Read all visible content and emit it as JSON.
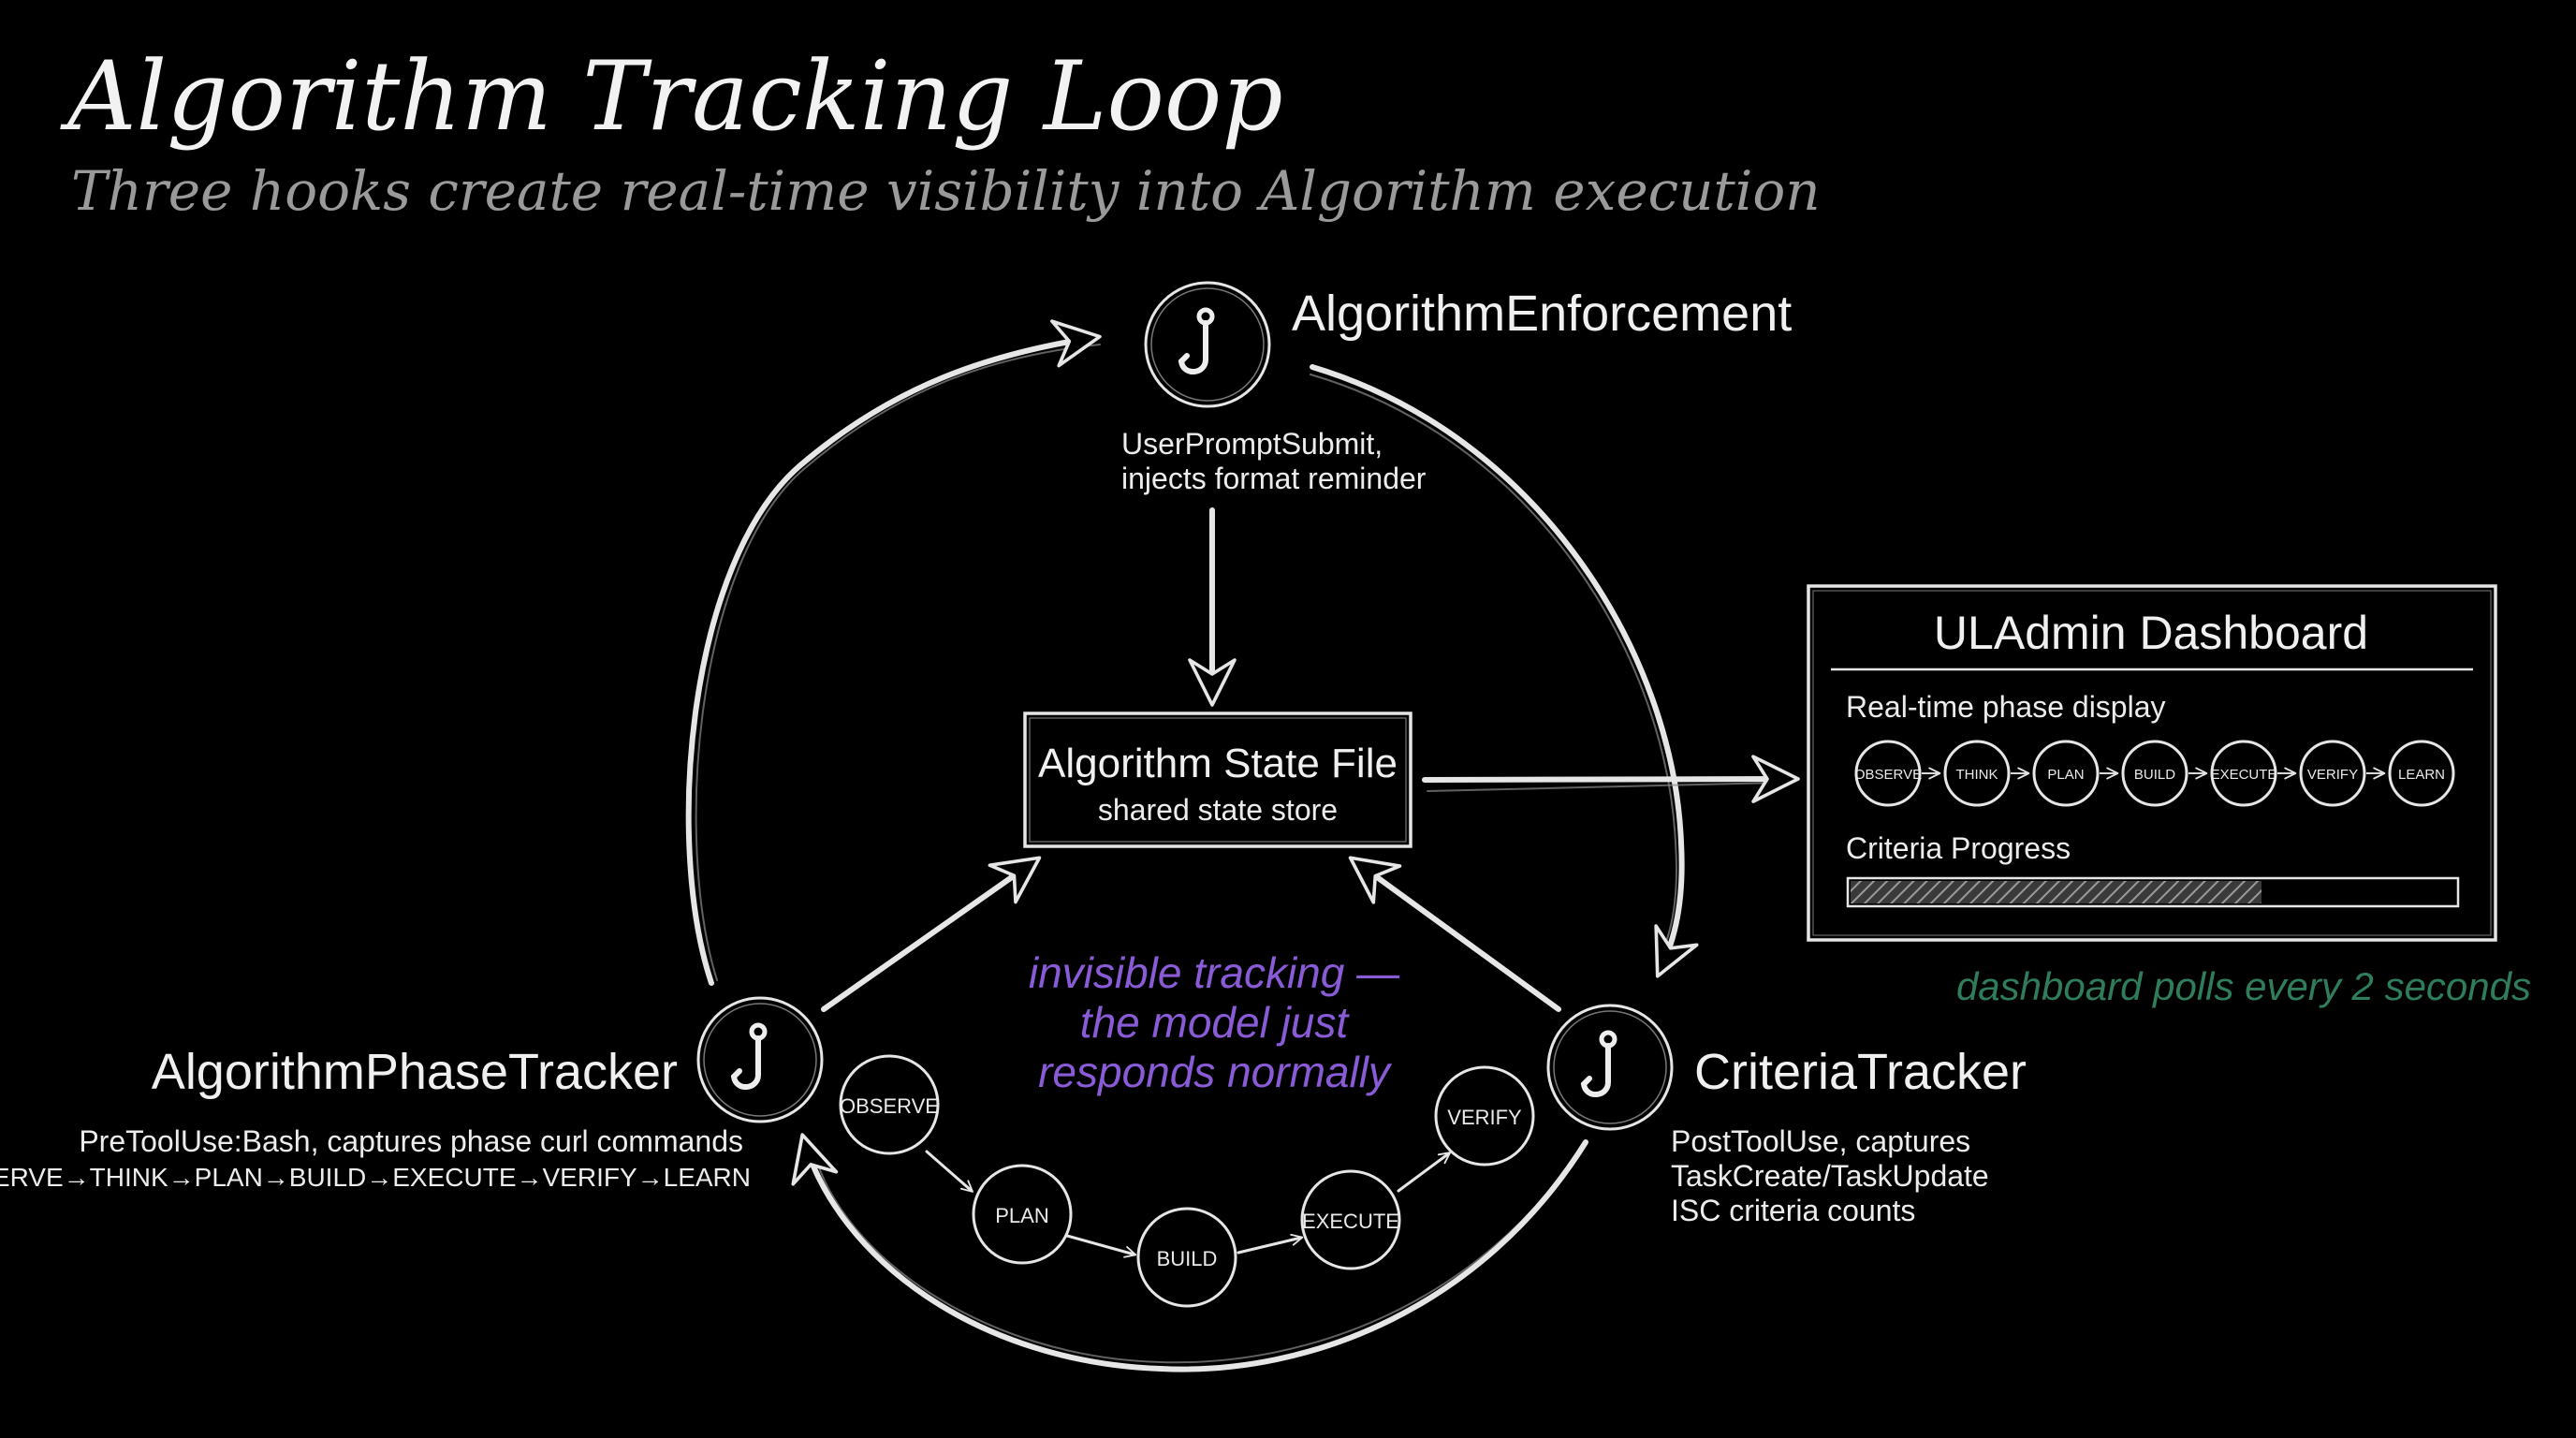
{
  "title": "Algorithm Tracking Loop",
  "subtitle": "Three hooks create real-time visibility into Algorithm execution",
  "hooks": {
    "enforcement": {
      "name": "AlgorithmEnforcement",
      "desc_line1": "UserPromptSubmit,",
      "desc_line2": "injects format reminder",
      "icon": "hook-icon"
    },
    "phase_tracker": {
      "name": "AlgorithmPhaseTracker",
      "desc_line1": "PreToolUse:Bash, captures phase curl commands",
      "desc_line2": "OBSERVE→THINK→PLAN→BUILD→EXECUTE→VERIFY→LEARN",
      "icon": "hook-icon"
    },
    "criteria_tracker": {
      "name": "CriteriaTracker",
      "desc_line1": "PostToolUse, captures",
      "desc_line2": "TaskCreate/TaskUpdate",
      "desc_line3": "ISC criteria counts",
      "icon": "hook-icon"
    }
  },
  "state_file": {
    "title": "Algorithm State File",
    "subtitle": "shared state store"
  },
  "invisible_note": {
    "line1": "invisible tracking —",
    "line2": "the model just",
    "line3": "responds normally",
    "color": "#8a5bd6"
  },
  "mini_phases": [
    "OBSERVE",
    "PLAN",
    "BUILD",
    "EXECUTE",
    "VERIFY"
  ],
  "dashboard": {
    "title": "ULAdmin Dashboard",
    "phase_label": "Real-time phase display",
    "phases": [
      "OBSERVE",
      "THINK",
      "PLAN",
      "BUILD",
      "EXECUTE",
      "VERIFY",
      "LEARN"
    ],
    "criteria_label": "Criteria Progress",
    "progress_fraction": 0.68,
    "poll_note": "dashboard polls every 2 seconds",
    "poll_color": "#2f7d5b"
  }
}
